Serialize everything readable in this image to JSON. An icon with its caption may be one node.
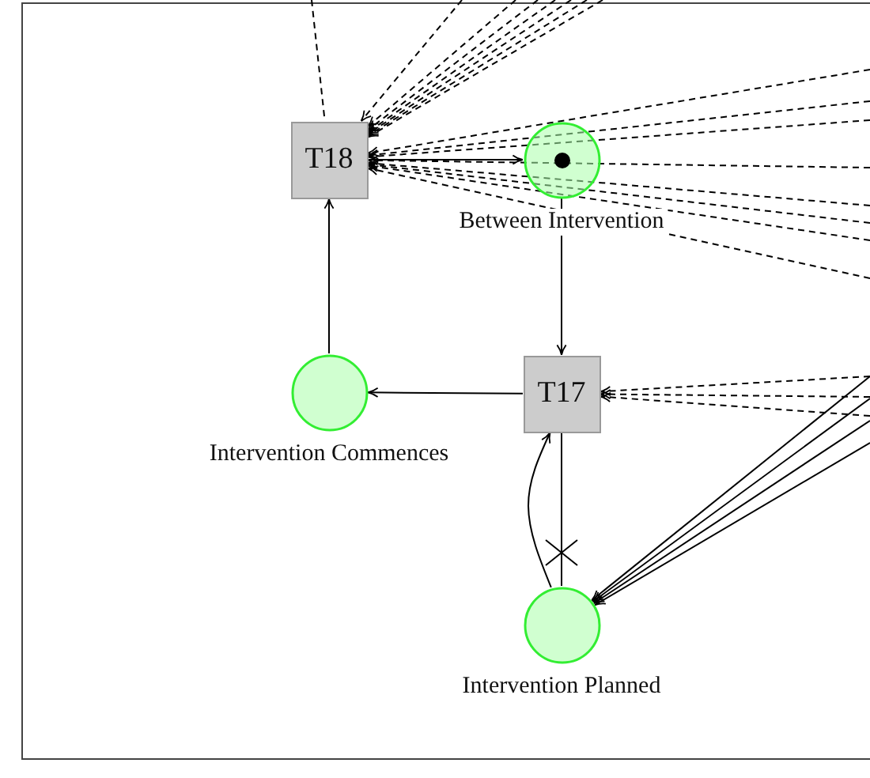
{
  "diagram": {
    "nodes": [
      {
        "text": [
          "T18"
        ]
      },
      {
        "text": [],
        "shape": "circle",
        "beside": [
          "Between Intervention"
        ]
      },
      {
        "text": [
          "T17"
        ]
      },
      {
        "text": [],
        "shape": "circle",
        "beside": [
          "Intervention Commences"
        ]
      },
      {
        "text": [],
        "shape": "circle",
        "beside": [
          "Intervention Planned"
        ]
      }
    ],
    "edges": [
      {
        "from": null,
        "to": 0,
        "arrow": "none",
        "style": "dashed"
      },
      {
        "from": null,
        "to": 0,
        "arrow": "to",
        "style": "dashed"
      },
      {
        "from": null,
        "to": 0,
        "arrow": "to",
        "style": "dashed"
      },
      {
        "from": null,
        "to": 0,
        "arrow": "to",
        "style": "dashed"
      },
      {
        "from": null,
        "to": 0,
        "arrow": "to",
        "style": "dashed"
      },
      {
        "from": null,
        "to": 0,
        "arrow": "to",
        "style": "dashed"
      },
      {
        "from": null,
        "to": 0,
        "arrow": "to",
        "style": "dashed"
      },
      {
        "from": null,
        "to": 0,
        "arrow": "to",
        "style": "dashed"
      },
      {
        "from": null,
        "to": 0,
        "arrow": "to",
        "style": "dashed"
      },
      {
        "from": null,
        "to": 0,
        "arrow": "to",
        "style": "dashed"
      },
      {
        "from": null,
        "to": 0,
        "arrow": "to",
        "style": "dashed"
      },
      {
        "from": null,
        "to": 0,
        "arrow": "to",
        "style": "dashed"
      },
      {
        "from": null,
        "to": 0,
        "arrow": "to",
        "style": "dashed"
      },
      {
        "from": null,
        "to": 0,
        "arrow": "to",
        "style": "dashed"
      },
      {
        "from": null,
        "to": 0,
        "arrow": "to",
        "style": "dashed"
      },
      {
        "from": null,
        "to": 0,
        "arrow": "to",
        "style": "dashed"
      },
      {
        "from": 0,
        "to": 1,
        "arrow": "to"
      },
      {
        "from": 1,
        "to": 2,
        "arrow": "to"
      },
      {
        "from": 2,
        "to": 3,
        "arrow": "to"
      },
      {
        "from": 3,
        "to": 0,
        "arrow": "to"
      },
      {
        "from": 4,
        "to": 2,
        "arrow": "to"
      },
      {
        "from": 2,
        "to": 4,
        "arrow": "other"
      },
      {
        "from": null,
        "to": 2,
        "arrow": "to",
        "style": "dashed"
      },
      {
        "from": null,
        "to": 2,
        "arrow": "to",
        "style": "dashed"
      },
      {
        "from": null,
        "to": 2,
        "arrow": "to",
        "style": "dashed"
      },
      {
        "from": null,
        "to": 4,
        "arrow": "to"
      },
      {
        "from": null,
        "to": 4,
        "arrow": "to"
      },
      {
        "from": null,
        "to": 4,
        "arrow": "to"
      },
      {
        "from": null,
        "to": 4,
        "arrow": "to"
      }
    ]
  }
}
